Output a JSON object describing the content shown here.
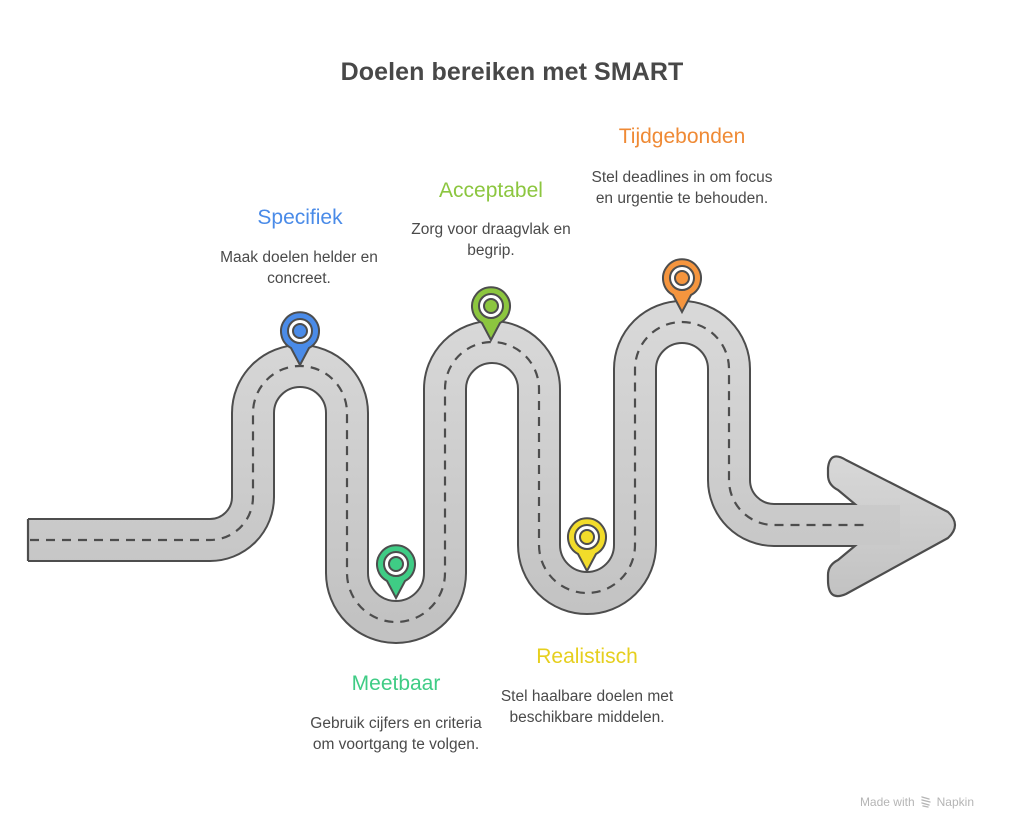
{
  "title": "Doelen bereiken met SMART",
  "steps": [
    {
      "key": "S",
      "label": "Specifiek",
      "description": "Maak doelen helder en concreet.",
      "color": "#4a8be8",
      "icon": "map-pin-icon"
    },
    {
      "key": "M",
      "label": "Meetbaar",
      "description": "Gebruik cijfers en criteria om voortgang te volgen.",
      "color": "#3fcc85",
      "icon": "map-pin-icon"
    },
    {
      "key": "A",
      "label": "Acceptabel",
      "description": "Zorg voor draagvlak en begrip.",
      "color": "#8cc63f",
      "icon": "map-pin-icon"
    },
    {
      "key": "R",
      "label": "Realistisch",
      "description": "Stel haalbare doelen met beschikbare middelen.",
      "color": "#e6cf1e",
      "icon": "map-pin-icon"
    },
    {
      "key": "T",
      "label": "Tijdgebonden",
      "description": "Stel deadlines in om focus en urgentie te behouden.",
      "color": "#ef8a35",
      "icon": "map-pin-icon"
    }
  ],
  "footer": {
    "made_with": "Made with",
    "brand": "Napkin",
    "icon": "napkin-logo-icon"
  }
}
